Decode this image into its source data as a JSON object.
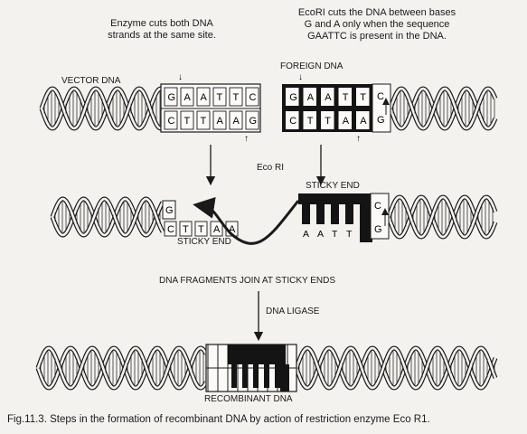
{
  "notes": {
    "enzyme_cut_line1": "Enzyme cuts both DNA",
    "enzyme_cut_line2": "strands at the same site.",
    "ecori_line1": "EcoRI  cuts the DNA between bases",
    "ecori_line2": "G and A only when the sequence",
    "ecori_line3": "GAATTC is present in the DNA."
  },
  "labels": {
    "vector_dna": "VECTOR DNA",
    "foreign_dna": "FOREIGN DNA",
    "eco_ri": "Eco RI",
    "sticky_end_left": "STICKY END",
    "sticky_end_right": "STICKY END",
    "fragments_join": "DNA FRAGMENTS  JOIN AT STICKY ENDS",
    "dna_ligase": "DNA LIGASE",
    "recombinant_dna": "RECOMBINANT DNA"
  },
  "sequences": {
    "vector_top": [
      "G",
      "A",
      "A",
      "T",
      "T",
      "C"
    ],
    "vector_bottom": [
      "C",
      "T",
      "T",
      "A",
      "A",
      "G"
    ],
    "foreign_top": [
      "G",
      "A",
      "A",
      "T",
      "T"
    ],
    "foreign_bottom": [
      "C",
      "T",
      "T",
      "A",
      "A"
    ],
    "foreign_end_top": "C",
    "foreign_end_bottom": "G",
    "vector_sticky_top": "G",
    "vector_sticky_bottom": [
      "C",
      "T",
      "T",
      "A",
      "A"
    ],
    "foreign_sticky_bases": [
      "A",
      "A",
      "T",
      "T"
    ],
    "foreign_sticky_end_top": "C",
    "foreign_sticky_end_bottom": "G"
  },
  "caption": "Fig.11.3. Steps in the formation of recombinant DNA by action of restriction enzyme Eco R1."
}
